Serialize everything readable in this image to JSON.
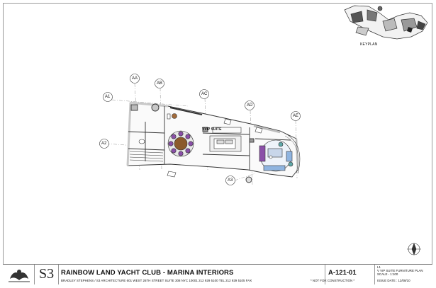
{
  "keyplan": {
    "label": "KEYPLAN"
  },
  "drawing": {
    "room_label": "VVIP SUITE",
    "grid_bubbles": [
      "AA",
      "AB",
      "A1",
      "AC",
      "AD",
      "AE",
      "A2",
      "A3"
    ]
  },
  "titleblock": {
    "project_title": "RAINBOW LAND YACHT CLUB - MARINA INTERIORS",
    "architect_line": "BRADLEY STEPHENS / S3 ARCHITECTURE    601 WEST 26TH STREET SUITE 308 NYC 10001    212 929 5100 TEL    212 929 5105 FAX",
    "not_for_construction": "* NOT FOR CONSTRUCTION *",
    "sheet_number": "A-121-01",
    "level": "L1",
    "sheet_title": "V VIP SUITE FURNITURE PLAN",
    "scale": "SCALE - 1:100",
    "issue_date": "ISSUE DATE : 12/08/10",
    "logo_mark": "S3"
  },
  "colors": {
    "line": "#333333",
    "fill_gray": "#cfcfcf",
    "wood": "#8b5a2b",
    "purple": "#8a4fa8",
    "blue": "#8fb4e0",
    "teal": "#5fa8a8"
  }
}
